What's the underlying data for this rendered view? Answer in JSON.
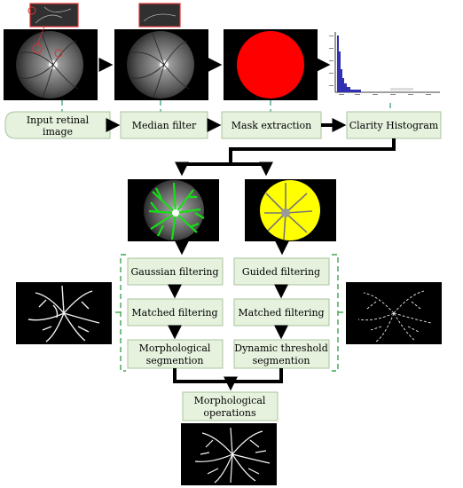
{
  "nodes": {
    "input": [
      "Input retinal",
      "image"
    ],
    "median": [
      "Median filter"
    ],
    "mask": [
      "Mask extraction"
    ],
    "histogram": [
      "Clarity Histogram"
    ],
    "gaussian": [
      "Gaussian filtering"
    ],
    "guided": [
      "Guided filtering"
    ],
    "matched_left": [
      "Matched filtering"
    ],
    "matched_right": [
      "Matched filtering"
    ],
    "morph_seg": [
      "Morphological",
      "segmention"
    ],
    "dyn_seg": [
      "Dynamic threshold",
      "segmention"
    ],
    "morph_ops": [
      "Morphological",
      "operations"
    ]
  },
  "images": {
    "input": "fundus photograph with red inset crop",
    "median": "median-filtered fundus with inset crop",
    "mask": "red circular field-of-view mask",
    "histogram": "clarity histogram plot",
    "green": "fundus with green vessel overlay",
    "yellow": "fundus with yellow region overlay",
    "vessels_left": "vessel map",
    "vessels_right": "vessel map",
    "vessels_final": "final vessel map"
  },
  "colors": {
    "box_fill": "#e6f2de",
    "box_stroke": "#a9c49c",
    "dashed": "#2e9b6b",
    "bracket": "#3fa64a",
    "arrow": "#000000",
    "mask_red": "#ff0000",
    "overlay_green": "#16e016",
    "overlay_yellow": "#ffff00",
    "histogram_bar": "#3030b0",
    "inset_frame": "#e03030"
  }
}
